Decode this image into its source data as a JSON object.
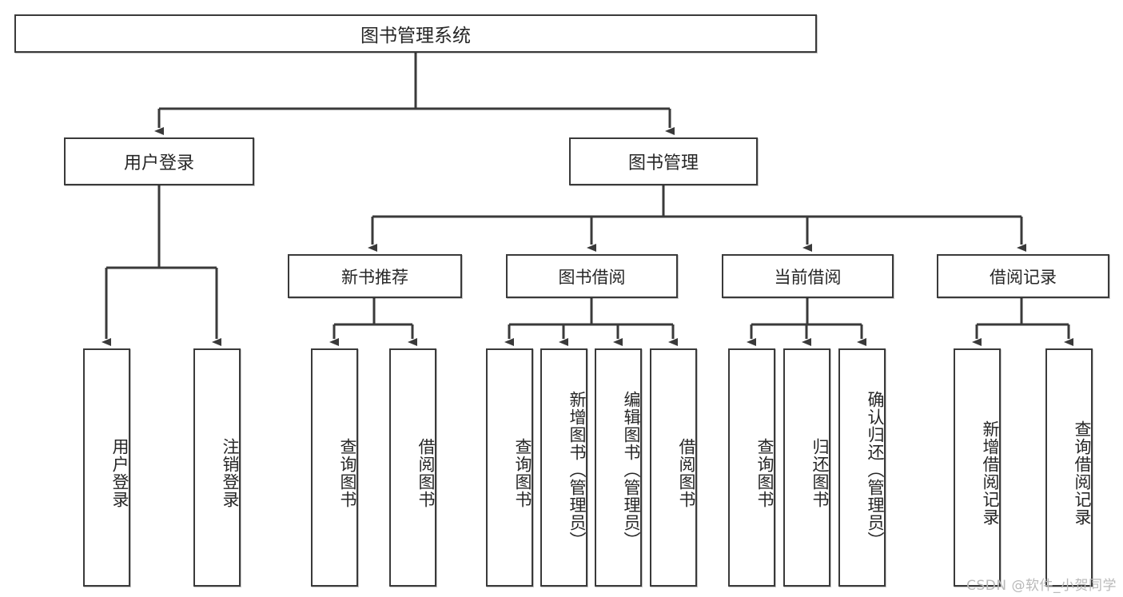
{
  "diagram": {
    "title": "图书管理系统",
    "type": "tree-hierarchy",
    "root": {
      "label": "图书管理系统"
    },
    "level1": [
      {
        "id": "user-login",
        "label": "用户登录"
      },
      {
        "id": "book-management",
        "label": "图书管理"
      }
    ],
    "level2": [
      {
        "id": "new-book-recommend",
        "label": "新书推荐",
        "parent": "book-management"
      },
      {
        "id": "book-borrow",
        "label": "图书借阅",
        "parent": "book-management"
      },
      {
        "id": "current-borrow",
        "label": "当前借阅",
        "parent": "book-management"
      },
      {
        "id": "borrow-record",
        "label": "借阅记录",
        "parent": "book-management"
      }
    ],
    "leaves": {
      "user-login": [
        {
          "id": "leaf-user-login",
          "label": "用户登录"
        },
        {
          "id": "leaf-logout",
          "label": "注销登录"
        }
      ],
      "new-book-recommend": [
        {
          "id": "leaf-query-book-1",
          "label": "查询图书"
        },
        {
          "id": "leaf-borrow-book-1",
          "label": "借阅图书"
        }
      ],
      "book-borrow": [
        {
          "id": "leaf-query-book-2",
          "label": "查询图书"
        },
        {
          "id": "leaf-add-book",
          "label": "新增图书（管理员）"
        },
        {
          "id": "leaf-edit-book",
          "label": "编辑图书（管理员）"
        },
        {
          "id": "leaf-borrow-book-2",
          "label": "借阅图书"
        }
      ],
      "current-borrow": [
        {
          "id": "leaf-query-book-3",
          "label": "查询图书"
        },
        {
          "id": "leaf-return-book",
          "label": "归还图书"
        },
        {
          "id": "leaf-confirm-return",
          "label": "确认归还（管理员）"
        }
      ],
      "borrow-record": [
        {
          "id": "leaf-add-record",
          "label": "新增借阅记录"
        },
        {
          "id": "leaf-query-record",
          "label": "查询借阅记录"
        }
      ]
    }
  },
  "watermark": {
    "text": "CSDN @软件_小贺同学"
  },
  "colors": {
    "stroke": "#3a3a3a",
    "fill": "#ffffff",
    "text": "#262626",
    "watermark": "#b9b9b9"
  }
}
